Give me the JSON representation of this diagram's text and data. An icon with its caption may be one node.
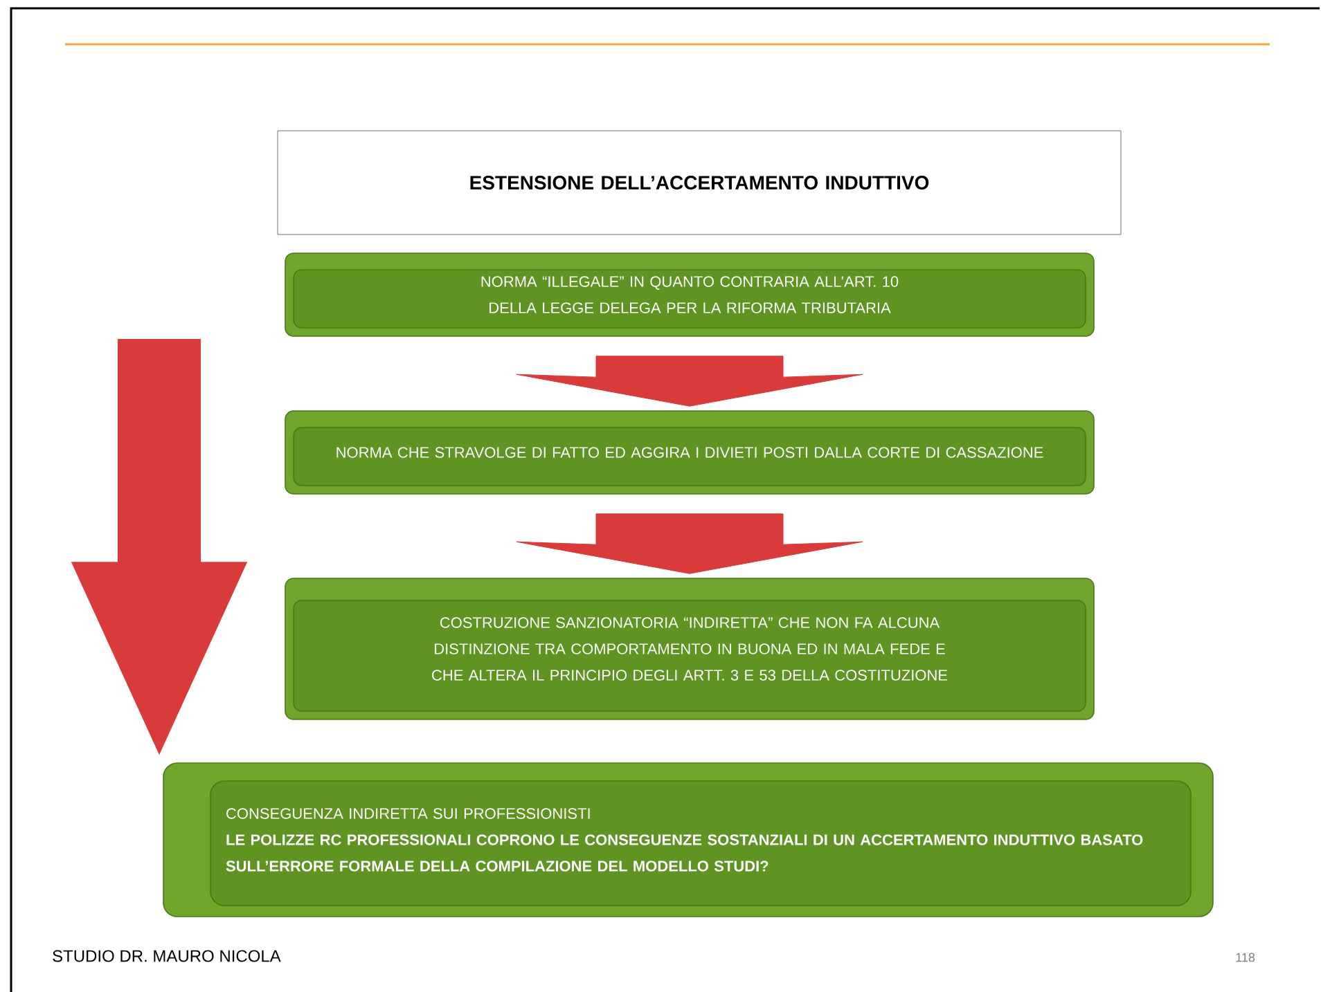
{
  "diagram": {
    "nodes": [
      {
        "text": [
          "ESTENSIONE DELL’ACCERTAMENTO INDUTTIVO"
        ]
      },
      {
        "text": [
          "NORMA “ILLEGALE” IN QUANTO CONTRARIA ALL’ART. 10 DELLA LEGGE DELEGA PER LA RIFORMA TRIBUTARIA"
        ]
      },
      {
        "text": [
          "NORMA CHE STRAVOLGE DI FATTO ED AGGIRA I DIVIETI POSTI DALLA CORTE DI CASSAZIONE"
        ]
      },
      {
        "text": [
          "COSTRUZIONE SANZIONATORIA “INDIRETTA” CHE NON FA ALCUNA DISTINZIONE TRA COMPORTAMENTO IN BUONA ED IN MALA FEDE E CHE ALTERA IL PRINCIPIO DEGLI ARTT. 3 E 53  DELLA COSTITUZIONE"
        ]
      },
      {
        "text": [
          "CONSEGUENZA INDIRETTA SUI PROFESSIONISTI",
          "LE POLIZZE RC PROFESSIONALI COPRONO LE CONSEGUENZE SOSTANZIALI DI UN ACCERTAMENTO INDUTTIVO BASATO SULL’ERRORE FORMALE DELLA COMPILAZIONE DEL MODELLO STUDI?"
        ]
      }
    ],
    "edges": [
      {
        "from": 1,
        "to": 2,
        "arrow": "to"
      },
      {
        "from": 2,
        "to": 3,
        "arrow": "to"
      },
      {
        "from": null,
        "to": 4,
        "arrow": "to"
      }
    ],
    "labels": [
      "STUDIO DR. MAURO NICOLA",
      "118"
    ]
  }
}
